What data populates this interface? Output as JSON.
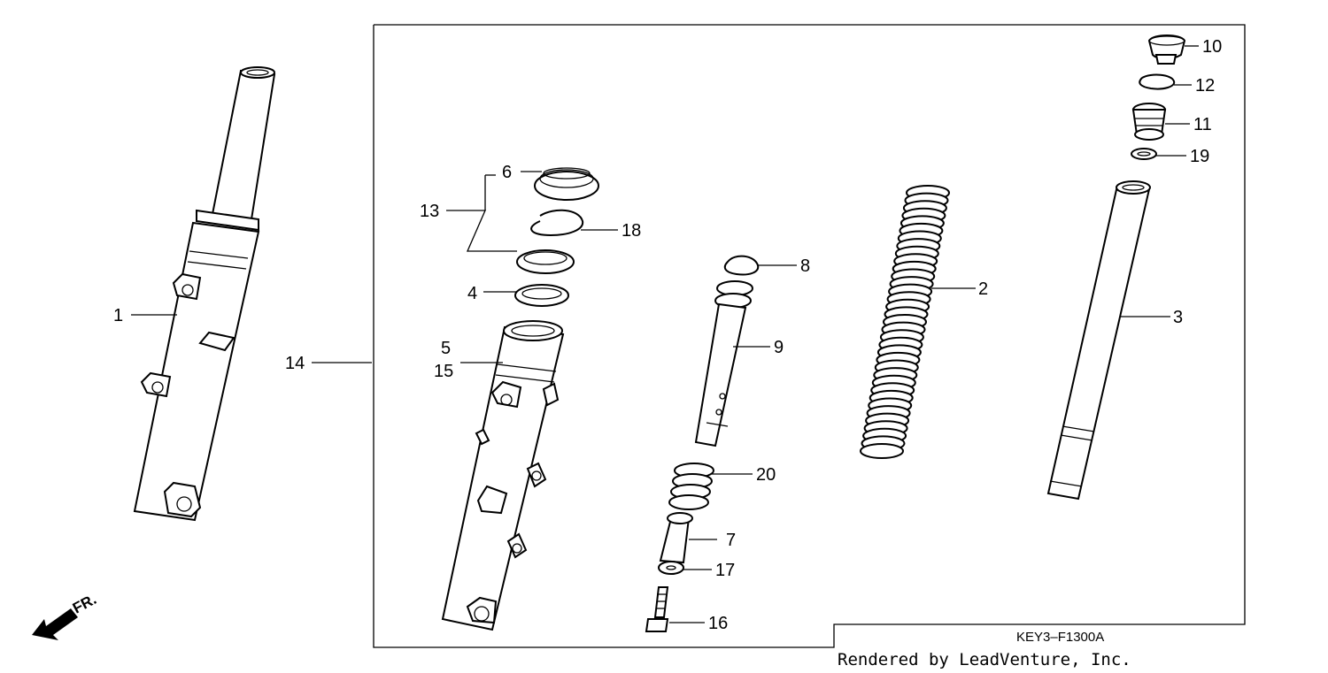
{
  "diagram": {
    "callouts": [
      {
        "id": "1",
        "label": "1"
      },
      {
        "id": "2",
        "label": "2"
      },
      {
        "id": "3",
        "label": "3"
      },
      {
        "id": "4",
        "label": "4"
      },
      {
        "id": "5",
        "label": "5"
      },
      {
        "id": "6",
        "label": "6"
      },
      {
        "id": "7",
        "label": "7"
      },
      {
        "id": "8",
        "label": "8"
      },
      {
        "id": "9",
        "label": "9"
      },
      {
        "id": "10",
        "label": "10"
      },
      {
        "id": "11",
        "label": "11"
      },
      {
        "id": "12",
        "label": "12"
      },
      {
        "id": "13",
        "label": "13"
      },
      {
        "id": "14",
        "label": "14"
      },
      {
        "id": "15",
        "label": "15"
      },
      {
        "id": "16",
        "label": "16"
      },
      {
        "id": "17",
        "label": "17"
      },
      {
        "id": "18",
        "label": "18"
      },
      {
        "id": "19",
        "label": "19"
      },
      {
        "id": "20",
        "label": "20"
      }
    ],
    "diagram_code": "KEY3–F1300A",
    "credit": "Rendered by LeadVenture, Inc.",
    "direction_label": "FR."
  }
}
